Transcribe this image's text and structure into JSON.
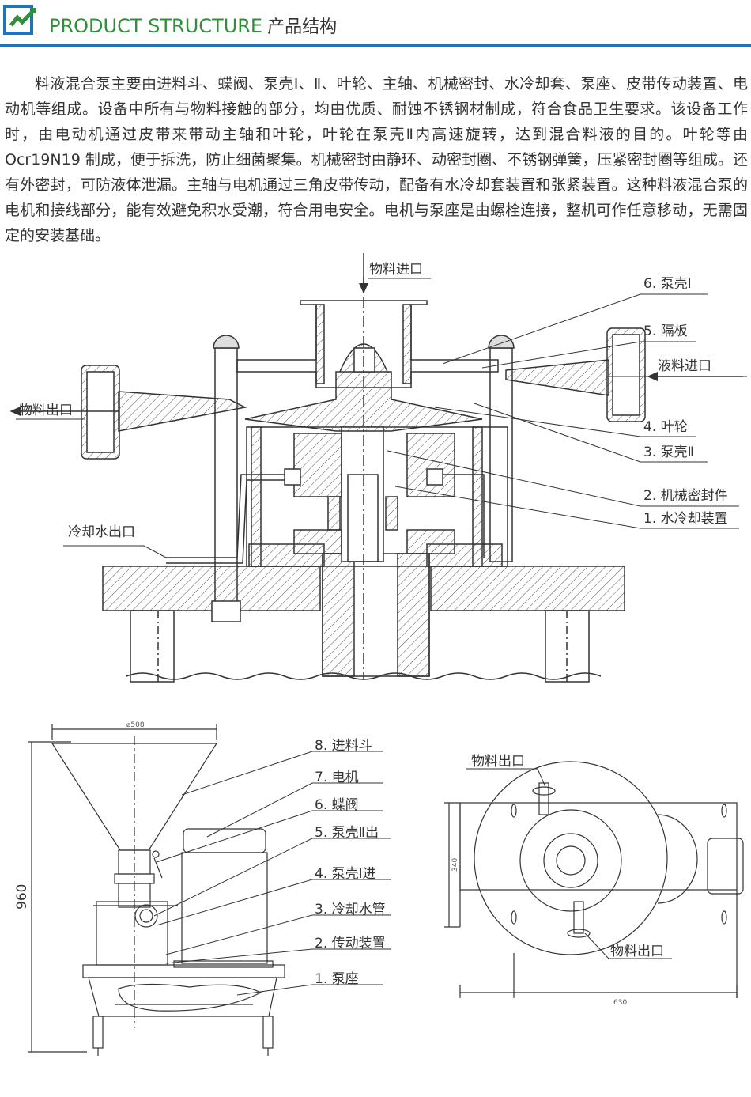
{
  "header": {
    "title_en": "PRODUCT STRUCTURE",
    "title_zh": "产品结构",
    "accent_color": "#2f8f3a",
    "line_color": "#1e73b9",
    "logo_icon": "logo-icon"
  },
  "intro": "料液混合泵主要由进料斗、蝶阀、泵壳Ⅰ、Ⅱ、叶轮、主轴、机械密封、水冷却套、泵座、皮带传动装置、电动机等组成。设备中所有与物料接触的部分，均由优质、耐蚀不锈钢材制成，符合食品卫生要求。该设备工作时，由电动机通过皮带来带动主轴和叶轮，叶轮在泵壳Ⅱ内高速旋转，达到混合料液的目的。叶轮等由 Ocr19N19 制成，便于拆洗，防止细菌聚集。机械密封由静环、动密封圈、不锈钢弹簧，压紧密封圈等组成。还有外密封，可防液体泄漏。主轴与电机通过三角皮带传动，配备有水冷却套装置和张紧装置。这种料液混合泵的电机和接线部分，能有效避免积水受潮，符合用电安全。电机与泵座是由螺栓连接，整机可作任意移动，无需固定的安装基础。",
  "section_diagram": {
    "inlet_top": "物料进口",
    "outlet_left": "物料出口",
    "liquid_inlet": "液料进口",
    "cooling_outlet": "冷却水出口",
    "parts": [
      "6. 泵壳Ⅰ",
      "5. 隔板",
      "4. 叶轮",
      "3. 泵壳Ⅱ",
      "2. 机械密封件",
      "1. 水冷却装置"
    ]
  },
  "side_view": {
    "dim_top": "⌀508",
    "dim_height": "960",
    "parts": [
      "8. 进料斗",
      "7. 电机",
      "6. 蝶阀",
      "5. 泵壳Ⅱ出",
      "4. 泵壳Ⅰ进",
      "3. 冷却水管",
      "2. 传动装置",
      "1. 泵座"
    ]
  },
  "top_view": {
    "outlet_top": "物料出口",
    "outlet_bottom": "物料出口",
    "dim_height": "340",
    "dim_width": "630"
  }
}
